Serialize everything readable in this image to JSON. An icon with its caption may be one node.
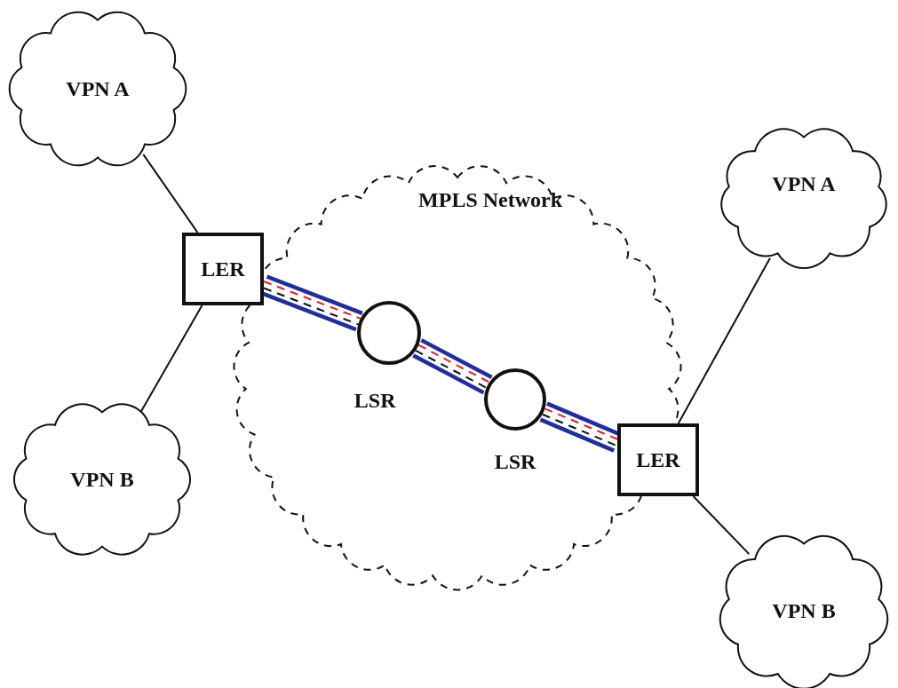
{
  "diagram": {
    "nodes": [
      {
        "text": [
          "VPN A"
        ]
      },
      {
        "text": [
          "MPLS Network"
        ]
      },
      {
        "text": [
          "VPN A"
        ]
      },
      {
        "text": [
          "LER"
        ]
      },
      {
        "text": [
          "LSR"
        ],
        "in": 1
      },
      {
        "text": [
          "LSR"
        ],
        "in": 1
      },
      {
        "text": [
          "LER"
        ]
      },
      {
        "text": [
          "VPN B"
        ]
      },
      {
        "text": [
          "VPN B"
        ]
      }
    ],
    "edges": [
      {
        "from": 0,
        "to": 3,
        "arrow": "none"
      },
      {
        "from": 7,
        "to": 3,
        "arrow": "none"
      },
      {
        "from": 2,
        "to": 6,
        "arrow": "none"
      },
      {
        "from": 8,
        "to": 6,
        "arrow": "none"
      },
      {
        "from": 3,
        "to": 4,
        "arrow": "none",
        "style": "thick",
        "color": "#1f2e9c"
      },
      {
        "from": 4,
        "to": 5,
        "arrow": "none",
        "style": "thick",
        "color": "#1f2e9c"
      },
      {
        "from": 5,
        "to": 6,
        "arrow": "none",
        "style": "thick",
        "color": "#1f2e9c"
      },
      {
        "from": 3,
        "to": 4,
        "arrow": "none",
        "style": "dashed",
        "color": "#e0202a"
      },
      {
        "from": 4,
        "to": 5,
        "arrow": "none",
        "style": "dashed",
        "color": "#e0202a"
      },
      {
        "from": 5,
        "to": 6,
        "arrow": "none",
        "style": "dashed",
        "color": "#e0202a"
      },
      {
        "from": 3,
        "to": 4,
        "arrow": "none",
        "style": "dashed"
      },
      {
        "from": 4,
        "to": 5,
        "arrow": "none",
        "style": "dashed"
      },
      {
        "from": 5,
        "to": 6,
        "arrow": "none",
        "style": "dashed"
      }
    ]
  }
}
